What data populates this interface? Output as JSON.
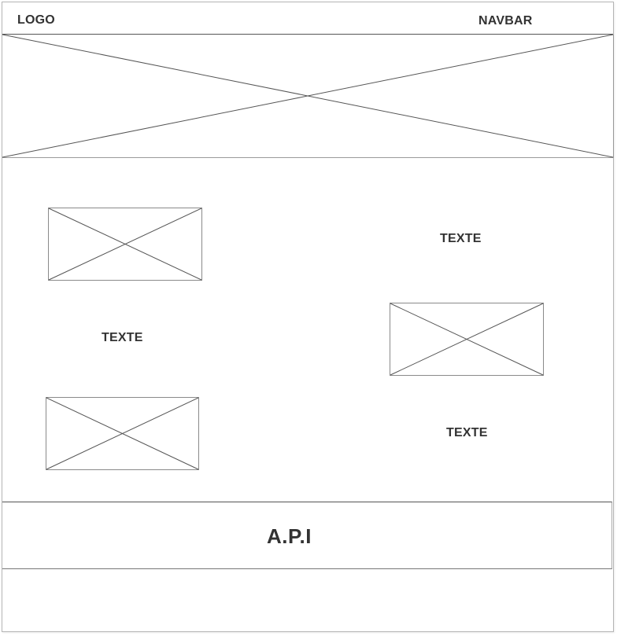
{
  "header": {
    "logo_label": "LOGO",
    "navbar_label": "NAVBAR"
  },
  "content": {
    "texts": [
      "TEXTE",
      "TEXTE",
      "TEXTE"
    ]
  },
  "footer": {
    "api_label": "A.P.I"
  },
  "colors": {
    "stroke": "#555555",
    "text": "#333333",
    "background": "#ffffff"
  }
}
